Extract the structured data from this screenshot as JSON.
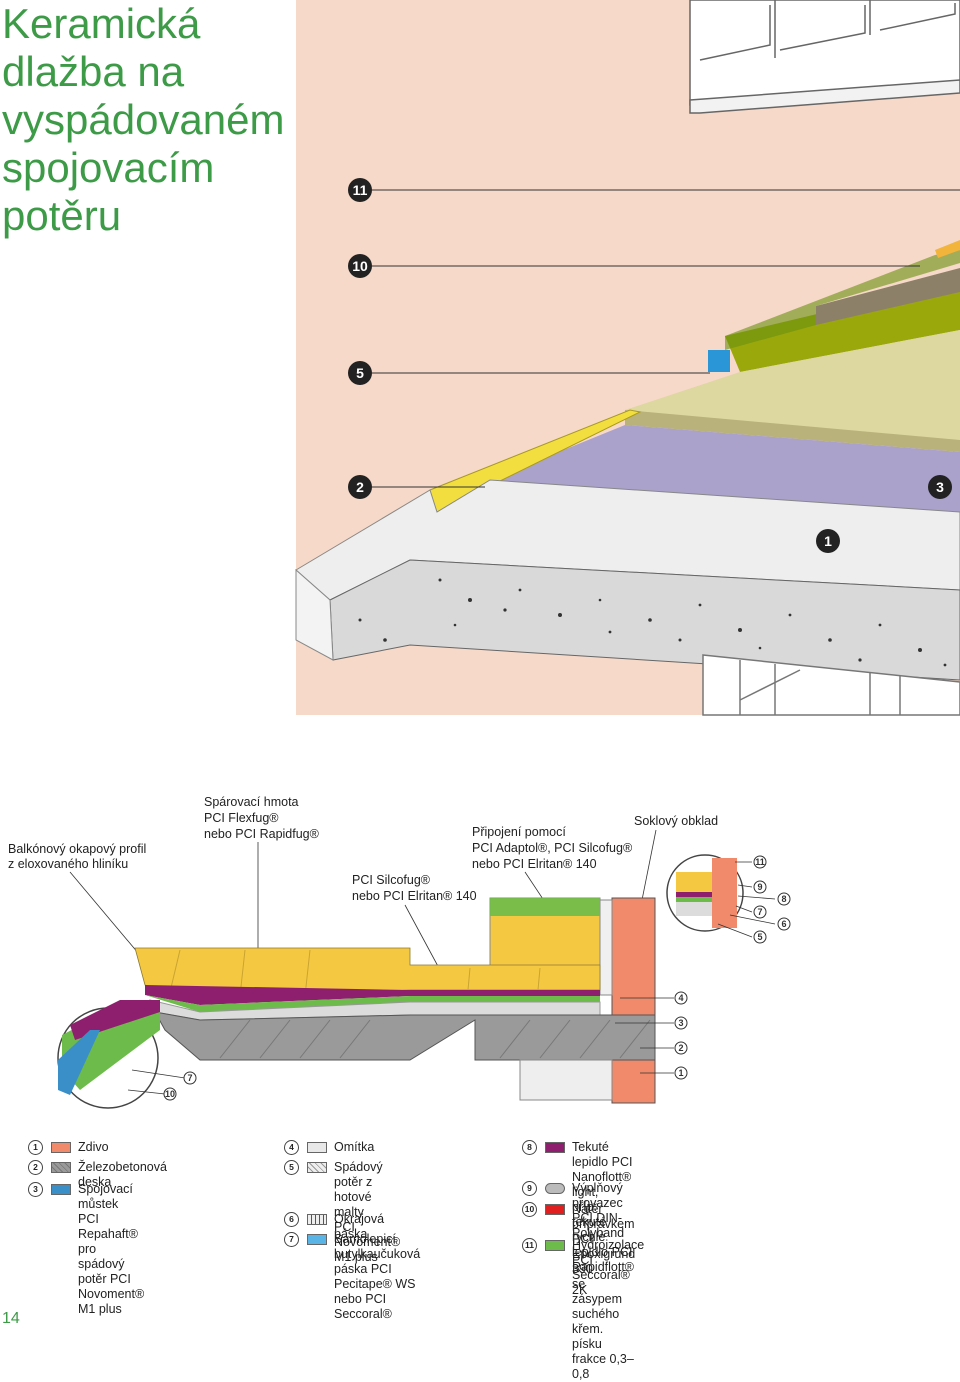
{
  "title_lines": [
    "Keramická",
    "dlažba na",
    "vyspádovaném",
    "spojovacím",
    "potěru"
  ],
  "top_markers": [
    {
      "n": "11"
    },
    {
      "n": "10"
    },
    {
      "n": "5"
    },
    {
      "n": "2"
    },
    {
      "n": "3"
    },
    {
      "n": "1"
    }
  ],
  "callouts": {
    "profile": [
      "Balkónový okapový profil",
      "z eloxovaného hliníku"
    ],
    "grout": [
      "Spárovací hmota",
      "PCI Flexfug®",
      "nebo PCI Rapidfug®"
    ],
    "silcofug": [
      "PCI Silcofug®",
      "nebo PCI Elritan® 140"
    ],
    "joint": [
      "Připojení pomocí",
      "PCI Adaptol®, PCI Silcofug®",
      "nebo PCI Elritan® 140"
    ],
    "skirting": [
      "Soklový obklad"
    ]
  },
  "detail_numbers": {
    "right": [
      "11",
      "9",
      "8",
      "7",
      "6",
      "5"
    ],
    "side": [
      "4",
      "3",
      "2",
      "1"
    ],
    "left": [
      "7",
      "10"
    ]
  },
  "legend": [
    {
      "n": "1",
      "label": "Zdivo",
      "color": "#f08a6a"
    },
    {
      "n": "2",
      "label": "Železobetonová deska",
      "color": "#9a9a9a"
    },
    {
      "n": "3",
      "label": "Spojovací můstek\nPCI Repahaft® pro spádový\npotěr PCI Novoment® M1 plus",
      "color": "#3a8fc9"
    },
    {
      "n": "4",
      "label": "Omítka",
      "color": "#e8e8e8"
    },
    {
      "n": "5",
      "label": "Spádový potěr z hotové malty\nPCI Novoment® M1 plus",
      "color": "#dcdcdc"
    },
    {
      "n": "6",
      "label": "Okrajová páska",
      "color": "#eeeeee"
    },
    {
      "n": "7",
      "label": "Samolepicí butylkaučuková\npáska PCI Pecitape® WS\nnebo PCI Seccoral®",
      "color": "#5ab4e6"
    },
    {
      "n": "8",
      "label": "Tekuté lepidlo PCI Nanoflott® light,\npříp. tekuté rychlé lepidlo PCI Rapidflott®",
      "color": "#8e1f6e"
    },
    {
      "n": "9",
      "label": "Výplňový provazec PCI DIN-Polyband",
      "color": "#bbbbbb"
    },
    {
      "n": "10",
      "label": "Nátěr přípravkem PCI Epoxigrund 390\nse zásypem suchého křem. písku frakce 0,3–0,8",
      "color": "#e02020"
    },
    {
      "n": "11",
      "label": "Hydroizolace PCI Seccoral® 2K",
      "color": "#6dbb4a"
    }
  ],
  "page_number": "14",
  "colors": {
    "accent": "#3d9b47",
    "wall": "#f6d9c8",
    "tile": "#f5c842",
    "membrane": "#6dbb4a",
    "purple": "#a9a3cc"
  }
}
